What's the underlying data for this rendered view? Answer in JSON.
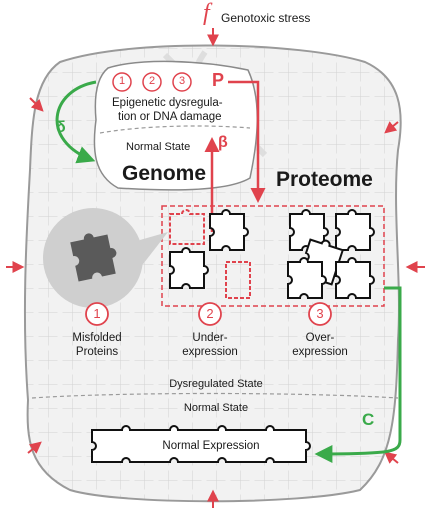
{
  "header": {
    "stress_symbol": "f",
    "stress_label": "Genotoxic stress"
  },
  "genome_box": {
    "markers": [
      "1",
      "2",
      "3"
    ],
    "damage_line1": "Epigenetic dysregula-",
    "damage_line2": "tion or DNA damage",
    "normal_state": "Normal State",
    "title": "Genome"
  },
  "proteome": {
    "title": "Proteome"
  },
  "pathways": {
    "p": "P",
    "beta": "β",
    "delta": "δ",
    "c": "C"
  },
  "states": [
    {
      "number": "1",
      "line1": "Misfolded",
      "line2": "Proteins"
    },
    {
      "number": "2",
      "line1": "Under-",
      "line2": "expression"
    },
    {
      "number": "3",
      "line1": "Over-",
      "line2": "expression"
    }
  ],
  "boundary": {
    "dysregulated": "Dysregulated State",
    "normal": "Normal State"
  },
  "normal_expression": "Normal Expression",
  "colors": {
    "accent_red": "#e0434d",
    "accent_green": "#3aaa4a",
    "outline_grey": "#9a9a9a",
    "puzzle_fill": "#f2f2f2",
    "dark_piece": "#5a5a5a"
  }
}
